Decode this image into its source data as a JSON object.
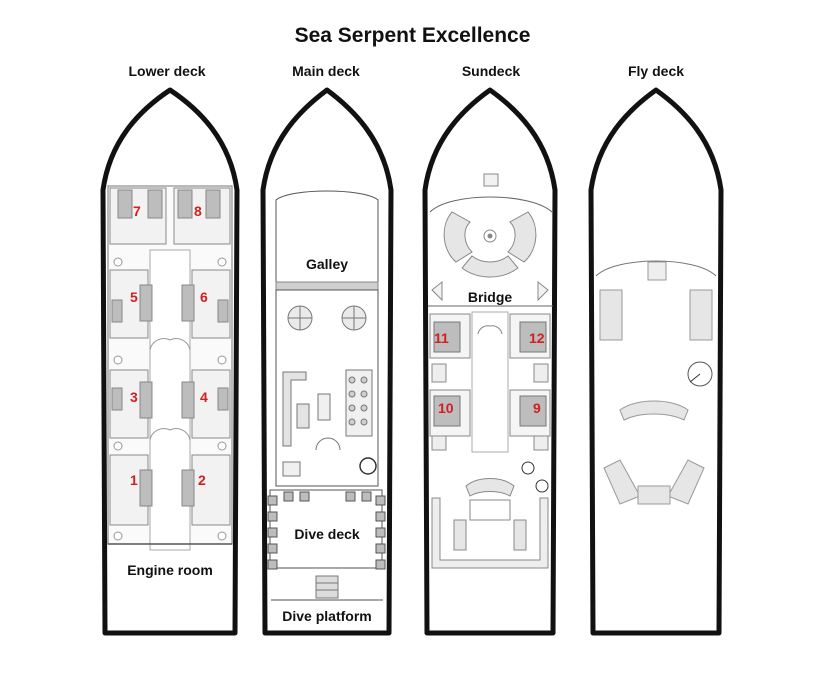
{
  "title": "Sea Serpent Excellence",
  "decks": [
    {
      "label": "Lower deck",
      "areas": [
        "Engine room"
      ],
      "cabins": [
        "7",
        "8",
        "5",
        "6",
        "3",
        "4",
        "1",
        "2"
      ]
    },
    {
      "label": "Main deck",
      "areas": [
        "Galley",
        "Dive deck",
        "Dive platform"
      ],
      "cabins": []
    },
    {
      "label": "Sundeck",
      "areas": [
        "Bridge"
      ],
      "cabins": [
        "11",
        "12",
        "10",
        "9"
      ]
    },
    {
      "label": "Fly deck",
      "areas": [],
      "cabins": []
    }
  ],
  "colors": {
    "hull": "#111111",
    "cabin_number": "#d0201f",
    "furniture_fill": "#e6e6e6",
    "furniture_stroke": "#9a9a9a"
  }
}
